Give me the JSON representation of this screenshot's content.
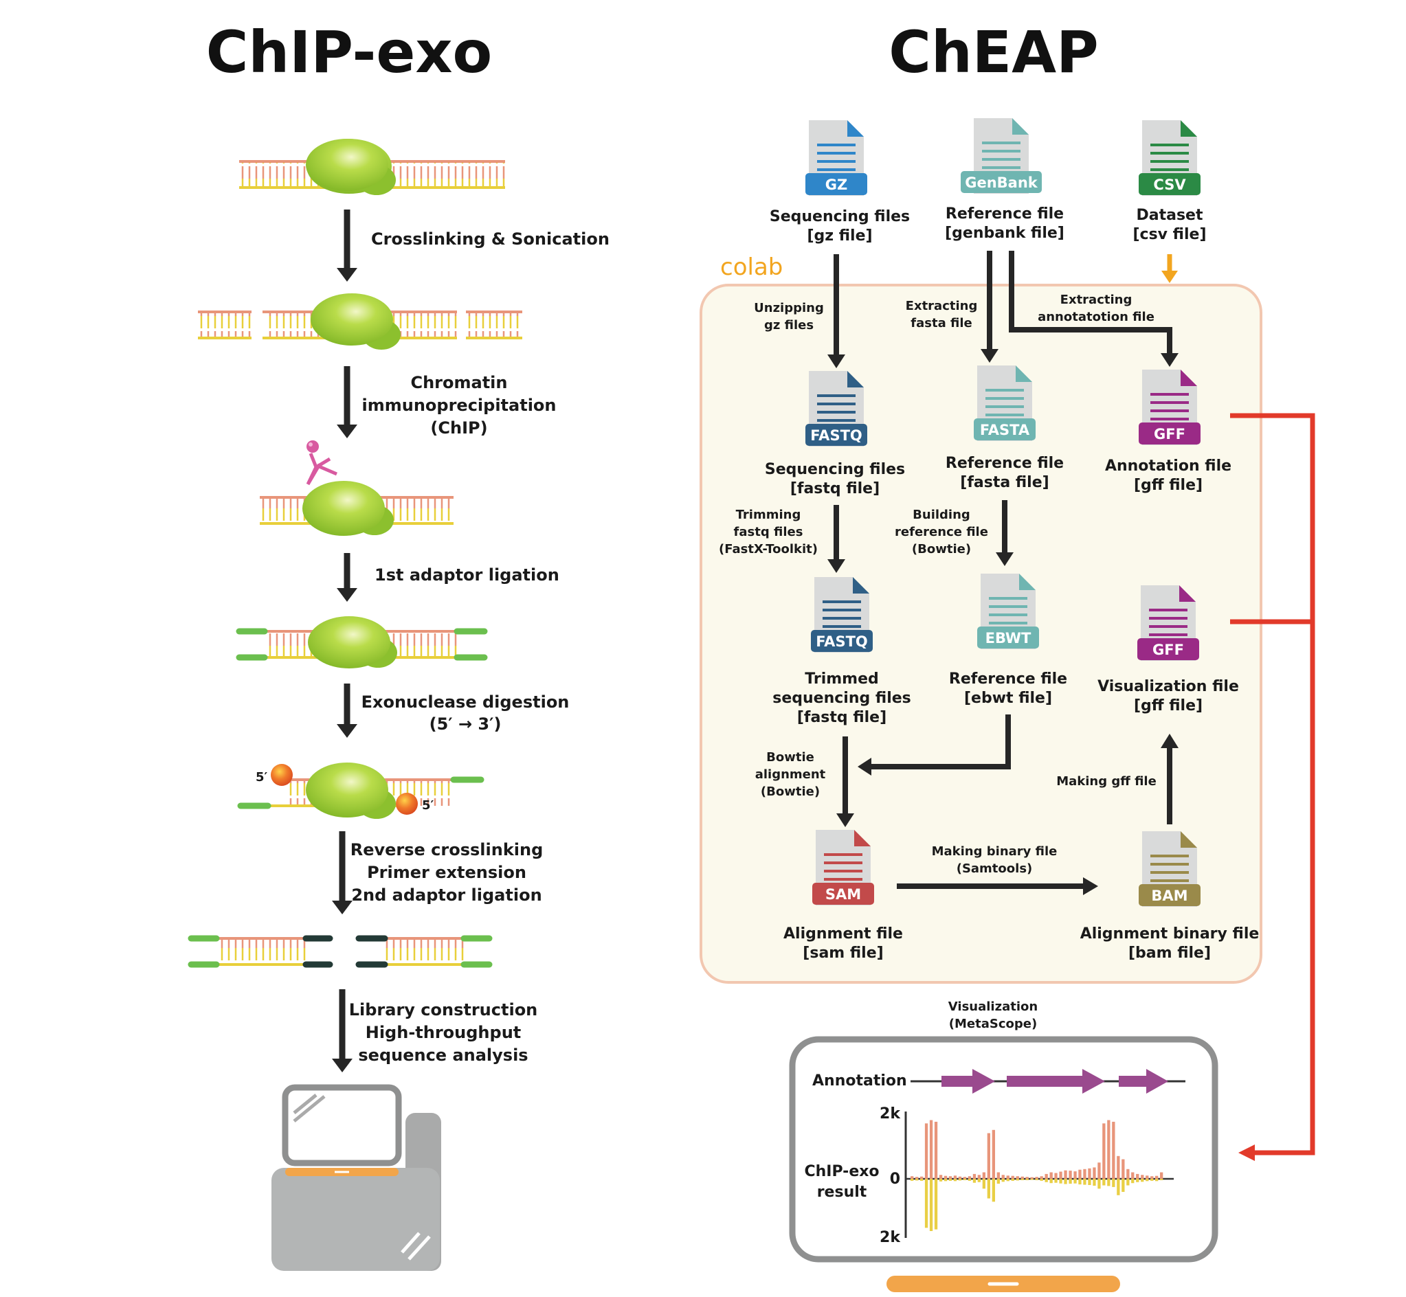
{
  "left": {
    "title": "ChIP-exo",
    "steps": [
      {
        "lines": [
          "Crosslinking & Sonication"
        ]
      },
      {
        "lines": [
          "Chromatin",
          "immunoprecipitation",
          "(ChIP)"
        ]
      },
      {
        "lines": [
          "1st adaptor ligation"
        ]
      },
      {
        "lines": [
          "Exonuclease digestion",
          "(5′ → 3′)"
        ]
      },
      {
        "lines": [
          "Reverse crosslinking",
          "Primer extension",
          "2nd adaptor ligation"
        ]
      },
      {
        "lines": [
          "Library construction",
          "High-throughput",
          "sequence analysis"
        ]
      }
    ],
    "five_prime": "5′"
  },
  "right": {
    "title": "ChEAP",
    "colab": "colab",
    "files": {
      "gz": {
        "badge": "GZ",
        "color": "#2f86c9",
        "label1": "Sequencing files",
        "label2": "[gz file]"
      },
      "genbank": {
        "badge": "GenBank",
        "color": "#6fb5b1",
        "label1": "Reference file",
        "label2": "[genbank file]"
      },
      "csv": {
        "badge": "CSV",
        "color": "#2b8a45",
        "label1": "Dataset",
        "label2": "[csv file]"
      },
      "fastq1": {
        "badge": "FASTQ",
        "color": "#2f5f86",
        "label1": "Sequencing files",
        "label2": "[fastq file]"
      },
      "fasta": {
        "badge": "FASTA",
        "color": "#6fb5b1",
        "label1": "Reference file",
        "label2": "[fasta file]"
      },
      "gff1": {
        "badge": "GFF",
        "color": "#9a2a86",
        "label1": "Annotation file",
        "label2": "[gff file]"
      },
      "fastq2": {
        "badge": "FASTQ",
        "color": "#2f5f86",
        "label1": "Trimmed",
        "label2": "sequencing files",
        "label3": "[fastq file]"
      },
      "ebwt": {
        "badge": "EBWT",
        "color": "#6fb5b1",
        "label1": "Reference file",
        "label2": "[ebwt file]"
      },
      "gff2": {
        "badge": "GFF",
        "color": "#9a2a86",
        "label1": "Visualization file",
        "label2": "[gff file]"
      },
      "sam": {
        "badge": "SAM",
        "color": "#c24a4a",
        "label1": "Alignment file",
        "label2": "[sam file]"
      },
      "bam": {
        "badge": "BAM",
        "color": "#9a8a4a",
        "label1": "Alignment binary file",
        "label2": "[bam file]"
      }
    },
    "steps": {
      "unzip": [
        "Unzipping",
        "gz files"
      ],
      "extract_fasta": [
        "Extracting",
        "fasta file"
      ],
      "extract_annot": [
        "Extracting",
        "annotatotion file"
      ],
      "trim": [
        "Trimming",
        "fastq files",
        "(FastX-Toolkit)"
      ],
      "build": [
        "Building",
        "reference file",
        "(Bowtie)"
      ],
      "bowtie": [
        "Bowtie",
        "alignment",
        "(Bowtie)"
      ],
      "make_gff": [
        "Making gff file"
      ],
      "make_binary": [
        "Making binary file",
        "(Samtools)"
      ],
      "visualization": [
        "Visualization",
        "(MetaScope)"
      ]
    },
    "viewer": {
      "annotation_label": "Annotation",
      "result_label1": "ChIP-exo",
      "result_label2": "result",
      "ytick_top": "2k",
      "ytick_mid": "0",
      "ytick_bottom": "2k"
    }
  },
  "chart_data": {
    "type": "bar",
    "ylim": [
      -2000,
      2000
    ],
    "yticks": [
      "2k",
      "0",
      "2k"
    ],
    "series": [
      {
        "color": "#e8957a",
        "values": [
          80,
          60,
          70,
          1700,
          1800,
          1750,
          120,
          90,
          80,
          100,
          70,
          60,
          80,
          150,
          120,
          200,
          1400,
          1500,
          200,
          120,
          100,
          90,
          80,
          70,
          60,
          50,
          60,
          80,
          150,
          200,
          180,
          220,
          260,
          250,
          230,
          280,
          300,
          320,
          350,
          500,
          1700,
          1800,
          1750,
          700,
          600,
          300,
          200,
          150,
          120,
          100,
          80,
          90,
          200
        ]
      },
      {
        "color": "#e9cf45",
        "values": [
          -60,
          -50,
          -60,
          -1500,
          -1600,
          -1550,
          -80,
          -70,
          -60,
          -70,
          -50,
          -40,
          -60,
          -120,
          -100,
          -300,
          -600,
          -700,
          -150,
          -90,
          -70,
          -60,
          -50,
          -40,
          -40,
          -30,
          -40,
          -60,
          -100,
          -130,
          -120,
          -140,
          -160,
          -150,
          -140,
          -170,
          -180,
          -190,
          -210,
          -300,
          -200,
          -220,
          -250,
          -500,
          -400,
          -200,
          -130,
          -100,
          -90,
          -70,
          -60,
          -70,
          -40
        ]
      }
    ]
  }
}
